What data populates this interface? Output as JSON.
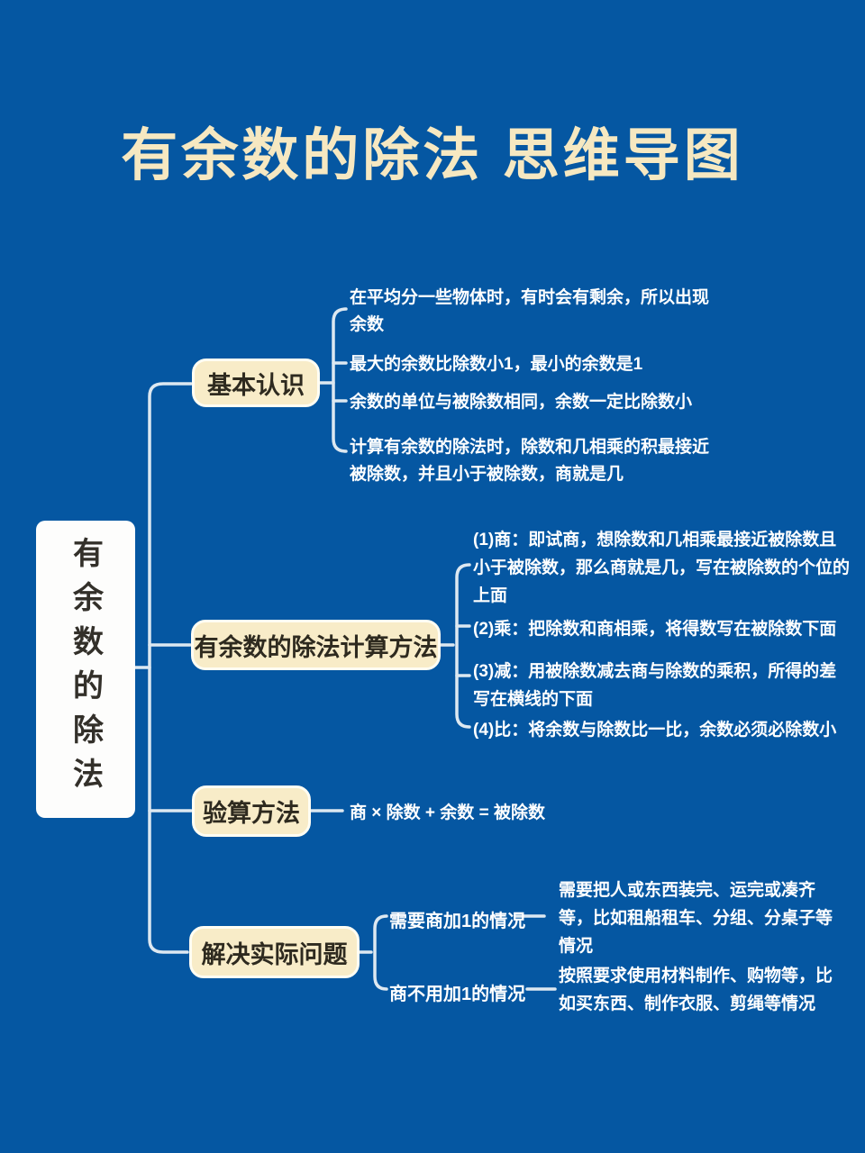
{
  "title": "有余数的除法 思维导图",
  "root": {
    "label": "有余数的除法"
  },
  "branches": [
    {
      "label": "基本认识",
      "leaves": [
        "在平均分一些物体时，有时会有剩余，所以出现余数",
        "最大的余数比除数小1，最小的余数是1",
        "余数的单位与被除数相同，余数一定比除数小",
        "计算有余数的除法时，除数和几相乘的积最接近被除数，并且小于被除数，商就是几"
      ]
    },
    {
      "label": "有余数的除法计算方法",
      "leaves": [
        "(1)商：即试商，想除数和几相乘最接近被除数且小于被除数，那么商就是几，写在被除数的个位的上面",
        "(2)乘：把除数和商相乘，将得数写在被除数下面",
        "(3)减：用被除数减去商与除数的乘积，所得的差写在横线的下面",
        "(4)比：将余数与除数比一比，余数必须必除数小"
      ]
    },
    {
      "label": "验算方法",
      "leaves": [
        "商 × 除数 + 余数 = 被除数"
      ]
    },
    {
      "label": "解决实际问题",
      "subbranches": [
        {
          "label": "需要商加1的情况",
          "desc": "需要把人或东西装完、运完或凑齐等，比如租船租车、分组、分桌子等情况"
        },
        {
          "label": "商不用加1的情况",
          "desc": "按照要求使用材料制作、购物等，比如买东西、制作衣服、剪绳等情况"
        }
      ]
    }
  ],
  "colors": {
    "background": "#0557a2",
    "title_text": "#f6e8c1",
    "node_fill": "#f8ecc8",
    "node_border": "#fffdf3",
    "node_text": "#2e2a1f",
    "root_fill": "#fdfdfc",
    "leaf_text": "#ffffff",
    "connector_line": "#dde8f1"
  }
}
